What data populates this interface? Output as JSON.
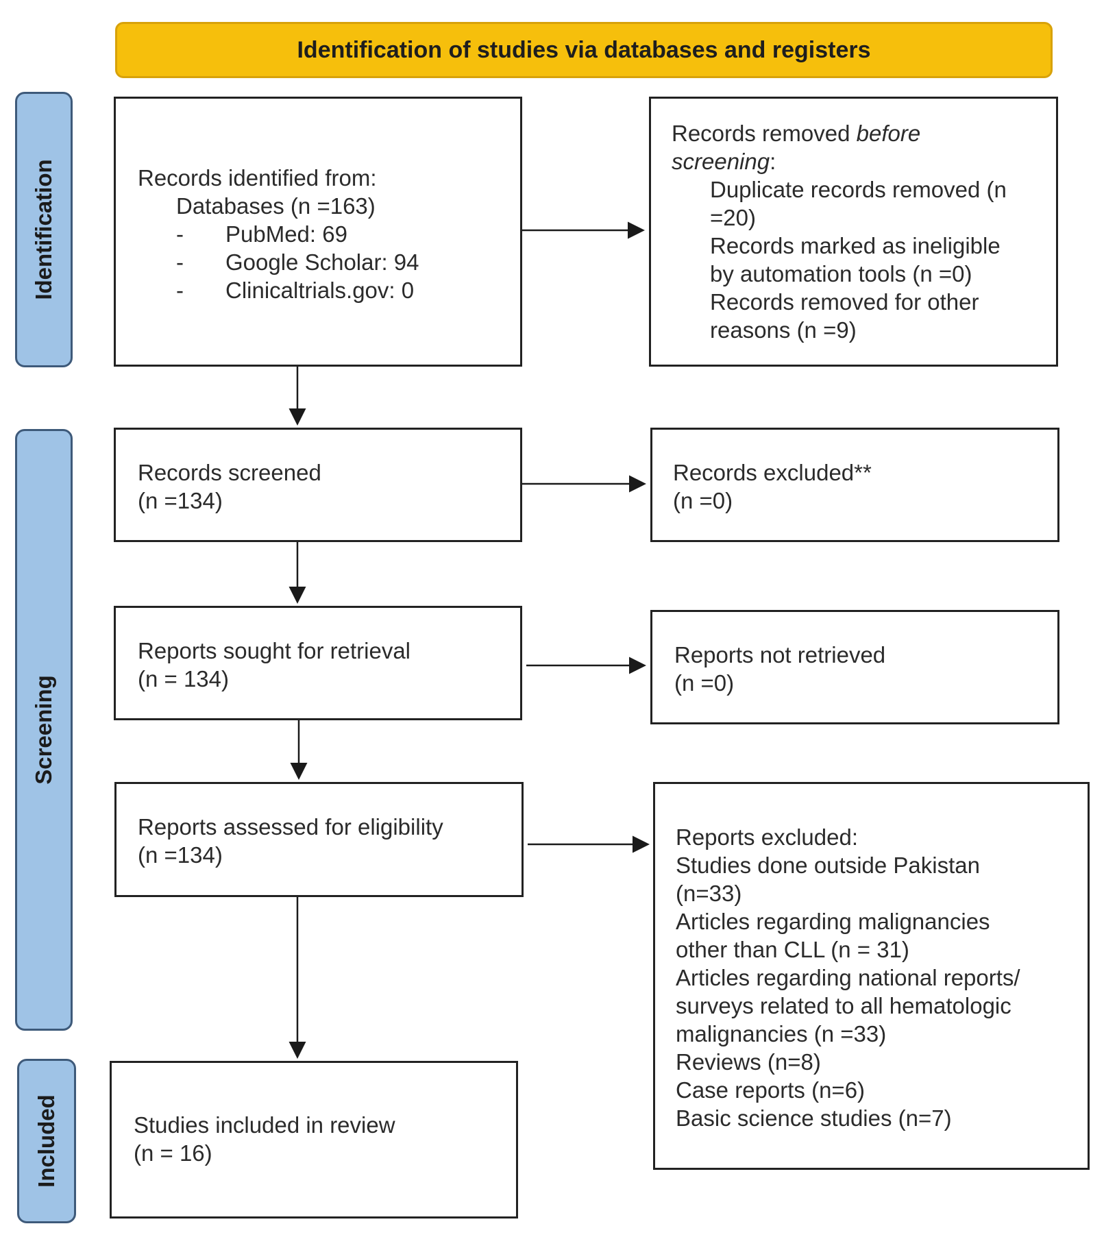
{
  "header": "Identification of studies via databases and registers",
  "phases": {
    "identification": "Identification",
    "screening": "Screening",
    "included": "Included"
  },
  "identified": {
    "title": "Records identified from:",
    "databases": "Databases (n =163)",
    "sources": [
      {
        "dash": "-",
        "label": "PubMed: 69"
      },
      {
        "dash": "-",
        "label": "Google Scholar: 94"
      },
      {
        "dash": "-",
        "label": "Clinicaltrials.gov: 0"
      }
    ]
  },
  "removed": {
    "title_prefix": "Records removed ",
    "title_italic_1": "before",
    "title_italic_2": "screening",
    "title_suffix": ":",
    "lines": [
      "Duplicate records removed (n",
      "=20)",
      "Records marked as ineligible",
      "by automation tools (n =0)",
      "Records removed for other",
      "reasons (n =9)"
    ]
  },
  "screened": {
    "line1": "Records screened",
    "line2": "(n =134)"
  },
  "excluded_records": {
    "line1": "Records excluded**",
    "line2": "(n =0)"
  },
  "sought": {
    "line1": "Reports sought for retrieval",
    "line2": "(n = 134)"
  },
  "not_retrieved": {
    "line1": "Reports not retrieved",
    "line2": "(n =0)"
  },
  "assessed": {
    "line1": "Reports assessed for eligibility",
    "line2": "(n =134)"
  },
  "reports_excluded": {
    "lines": [
      "Reports excluded:",
      "Studies done outside Pakistan",
      "(n=33)",
      "Articles regarding malignancies",
      "other than CLL (n = 31)",
      "Articles regarding national reports/",
      "surveys related to all hematologic",
      "malignancies (n =33)",
      "Reviews (n=8)",
      "Case reports (n=6)",
      "Basic science studies (n=7)"
    ]
  },
  "included": {
    "line1": "Studies included in review",
    "line2": "(n = 16)"
  }
}
